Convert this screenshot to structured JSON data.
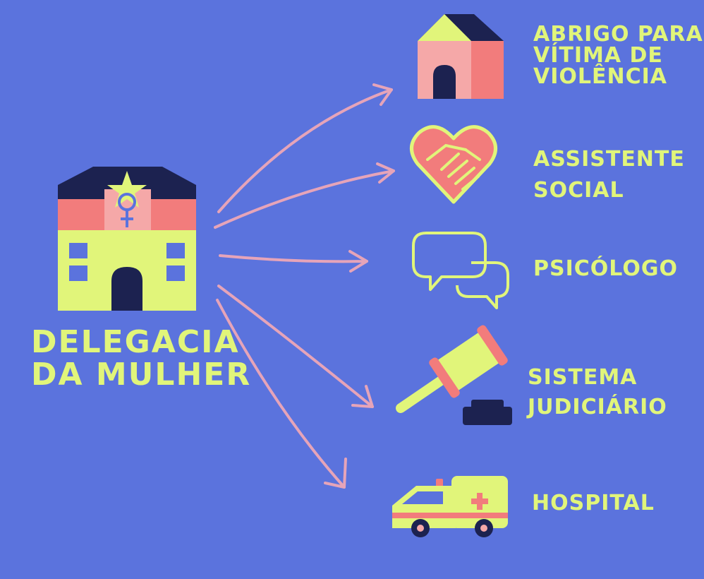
{
  "center": {
    "lines": [
      "DELEGACIA",
      "DA MULHER"
    ]
  },
  "nodes": [
    {
      "icon": "house-icon",
      "lines": [
        "ABRIGO PARA",
        "VÍTIMA DE",
        "VIOLÊNCIA"
      ]
    },
    {
      "icon": "heart-handshake-icon",
      "lines": [
        "ASSISTENTE",
        "SOCIAL"
      ]
    },
    {
      "icon": "speech-bubbles-icon",
      "lines": [
        "PSICÓLOGO"
      ]
    },
    {
      "icon": "gavel-icon",
      "lines": [
        "SISTEMA",
        "JUDICIÁRIO"
      ]
    },
    {
      "icon": "ambulance-icon",
      "lines": [
        "HOSPITAL"
      ]
    }
  ],
  "colors": {
    "background": "#5b73dd",
    "text": "#e1f57a",
    "arrow": "#f2a9b6",
    "pink": "#f5a8a8",
    "salmon": "#f27c7c",
    "navy": "#1c2250",
    "lime": "#e1f57a"
  }
}
